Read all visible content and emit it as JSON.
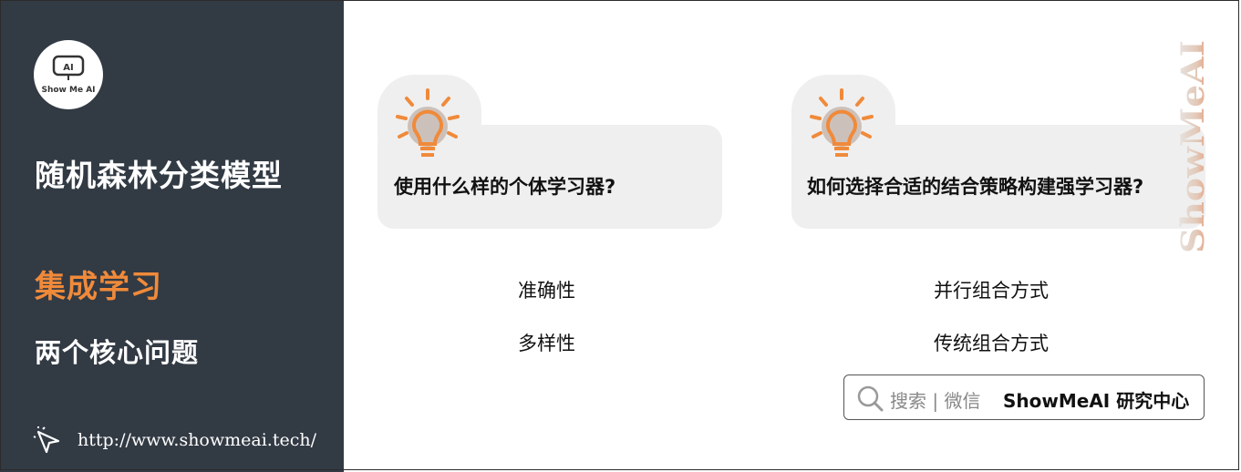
{
  "sidebar": {
    "logo_text": "Show Me AI",
    "title": "随机森林分类模型",
    "section": "集成学习",
    "subsection": "两个核心问题",
    "url": "http://www.showmeai.tech/"
  },
  "questions": [
    {
      "text": "使用什么样的个体学习器?",
      "answers": [
        "准确性",
        "多样性"
      ]
    },
    {
      "text": "如何选择合适的结合策略构建强学习器?",
      "answers": [
        "并行组合方式",
        "传统组合方式"
      ]
    }
  ],
  "search": {
    "placeholder": "搜索 | 微信",
    "brand": "ShowMeAI 研究中心"
  },
  "watermark": "ShowMeAI",
  "colors": {
    "sidebar_bg": "#323a44",
    "accent": "#f08a3a",
    "card_bg": "#efefef"
  },
  "icons": [
    "logo-robot-icon",
    "lightbulb-icon",
    "cursor-click-icon",
    "search-icon"
  ]
}
